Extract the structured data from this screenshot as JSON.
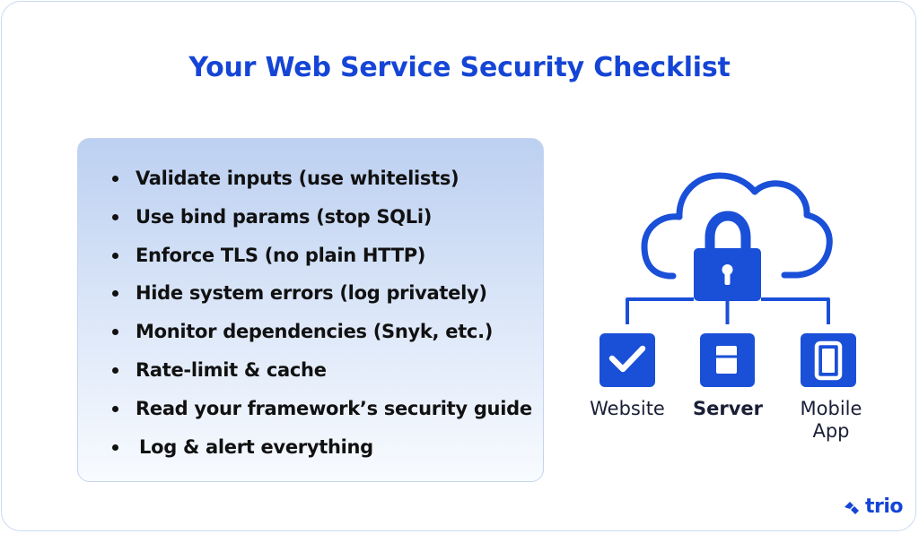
{
  "title": "Your Web Service Security Checklist",
  "checklist": [
    "Validate inputs (use whitelists)",
    "Use bind params (stop SQLi)",
    "Enforce TLS (no plain HTTP)",
    "Hide system errors (log privately)",
    "Monitor dependencies (Snyk, etc.)",
    "Rate-limit & cache",
    "Read your framework’s security guide",
    "Log & alert everything"
  ],
  "diagram": {
    "top_icons": [
      "cloud-icon",
      "padlock-icon"
    ],
    "nodes": [
      {
        "label": "Website",
        "icon": "checkmark-icon"
      },
      {
        "label": "Server",
        "icon": "server-icon"
      },
      {
        "label_line1": "Mobile",
        "label_line2": "App",
        "icon": "mobile-phone-icon"
      }
    ]
  },
  "brand": {
    "name": "trio",
    "icon": "trio-logo-icon"
  },
  "colors": {
    "accent": "#1545d6",
    "icon_blue": "#1a4fd8",
    "card_top": "#bcd0f1",
    "card_bottom": "#f8fbff"
  }
}
